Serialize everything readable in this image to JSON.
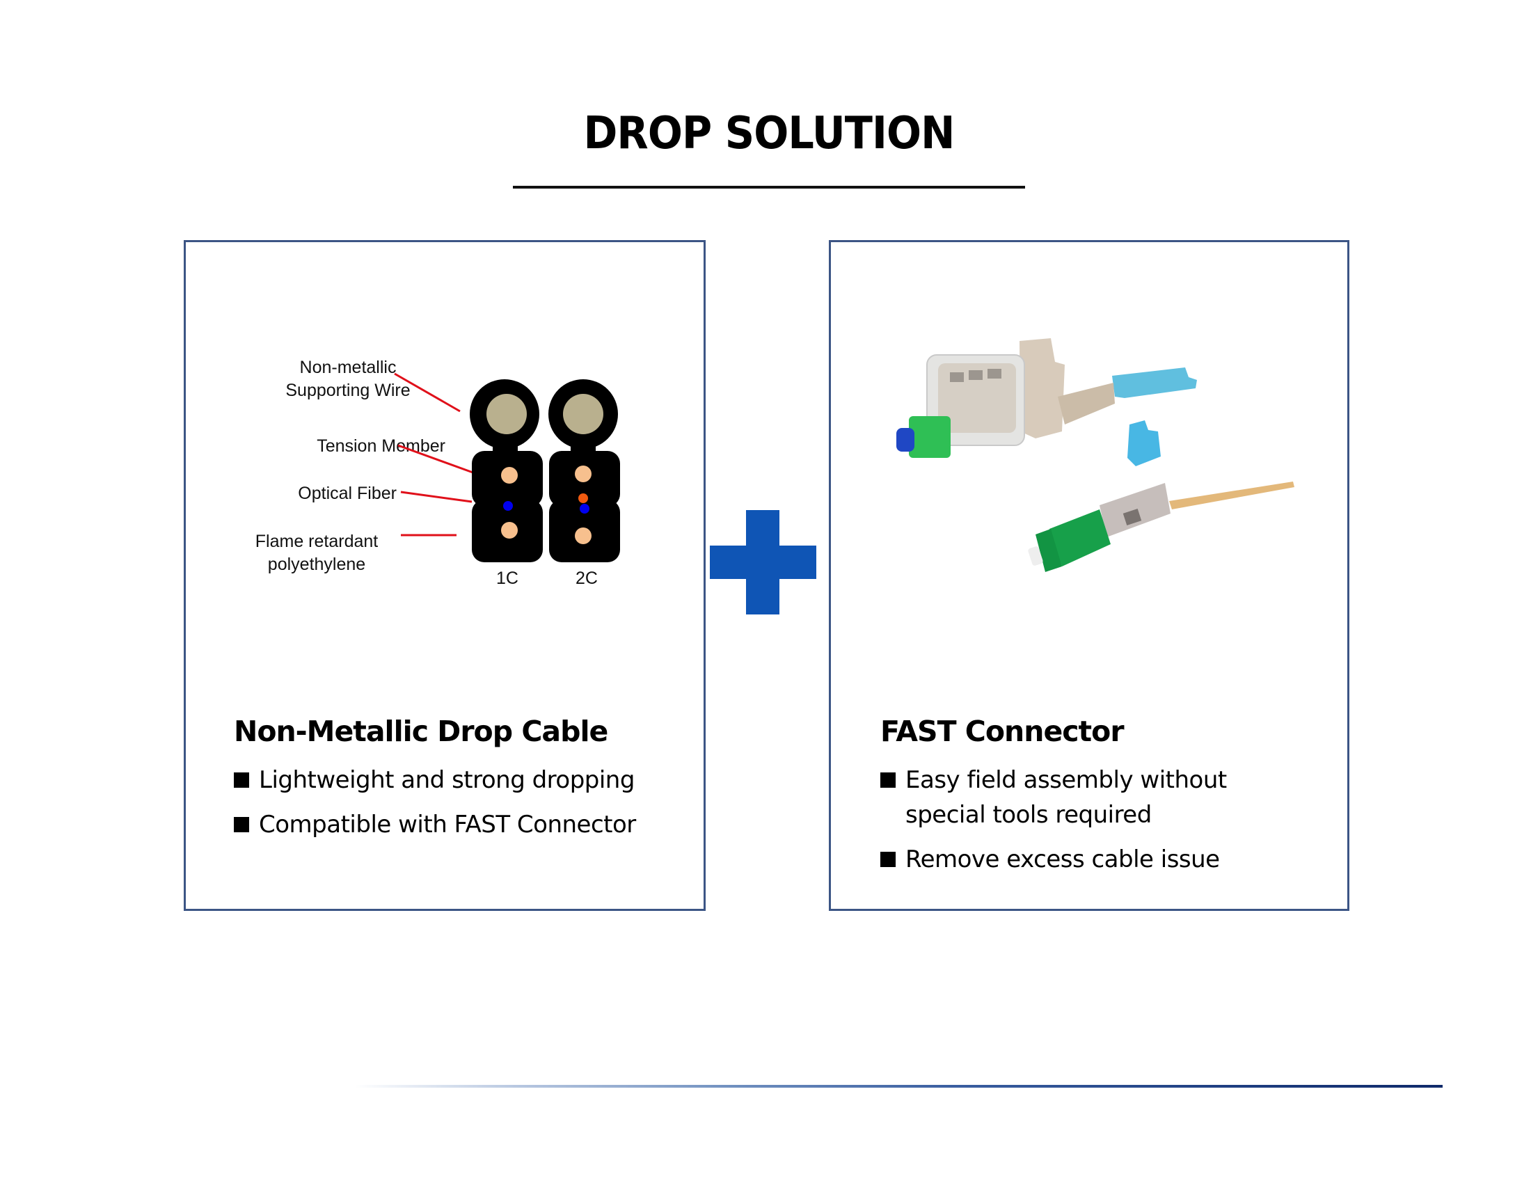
{
  "page": {
    "title": "DROP SOLUTION"
  },
  "colors": {
    "panel_border": "#3c5585",
    "plus": "#0f55b5",
    "leader_line": "#e0101a",
    "cable_jacket": "#000000",
    "supporting_wire": "#b9b08e",
    "tension_member": "#f7c08e",
    "fiber_blue": "#0000f0",
    "fiber_orange": "#f05a10"
  },
  "left_panel": {
    "diagram": {
      "labels": {
        "supporting_wire_line1": "Non-metallic",
        "supporting_wire_line2": "Supporting Wire",
        "tension_member": "Tension Member",
        "optical_fiber": "Optical Fiber",
        "jacket_line1": "Flame retardant",
        "jacket_line2": "polyethylene"
      },
      "variants": [
        "1C",
        "2C"
      ]
    },
    "heading": "Non-Metallic Drop Cable",
    "bullets": [
      "Lightweight and strong dropping",
      "Compatible with FAST Connector"
    ]
  },
  "plus_icon": "plus-icon",
  "right_panel": {
    "photo_icon": "fast-connector-photo",
    "heading": "FAST Connector",
    "bullets": [
      "Easy field assembly without special tools required",
      "Remove excess cable issue"
    ]
  }
}
